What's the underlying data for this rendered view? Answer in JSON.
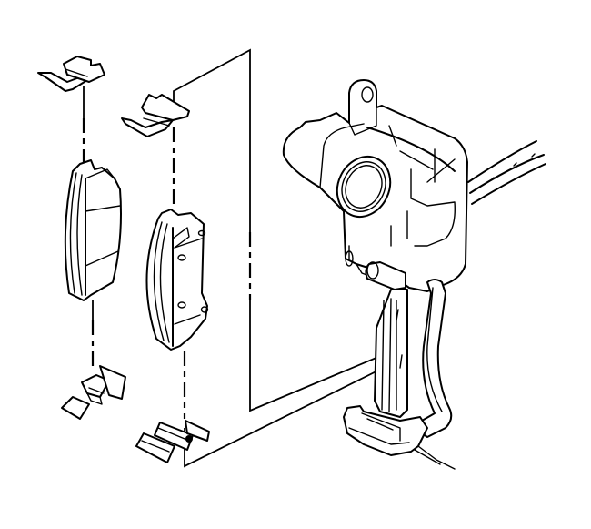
{
  "figure": {
    "type": "exploded-assembly-line-drawing",
    "subject": "disc brake caliper with pads and pad clips",
    "background_color": "#ffffff",
    "line_color": "#000000"
  },
  "components": [
    {
      "id": "upper-outer-clip",
      "label": "Upper pad retainer clip (outer)"
    },
    {
      "id": "outer-brake-pad",
      "label": "Outer brake pad"
    },
    {
      "id": "lower-outer-clip",
      "label": "Lower pad retainer clip (outer)"
    },
    {
      "id": "upper-inner-clip",
      "label": "Upper pad retainer clip (inner)"
    },
    {
      "id": "inner-brake-pad",
      "label": "Inner brake pad"
    },
    {
      "id": "lower-inner-clip",
      "label": "Lower pad retainer clip (inner)"
    },
    {
      "id": "caliper-housing",
      "label": "Brake caliper housing"
    },
    {
      "id": "caliper-bracket",
      "label": "Caliper mounting bracket"
    },
    {
      "id": "brake-hose",
      "label": "Brake hose"
    }
  ]
}
